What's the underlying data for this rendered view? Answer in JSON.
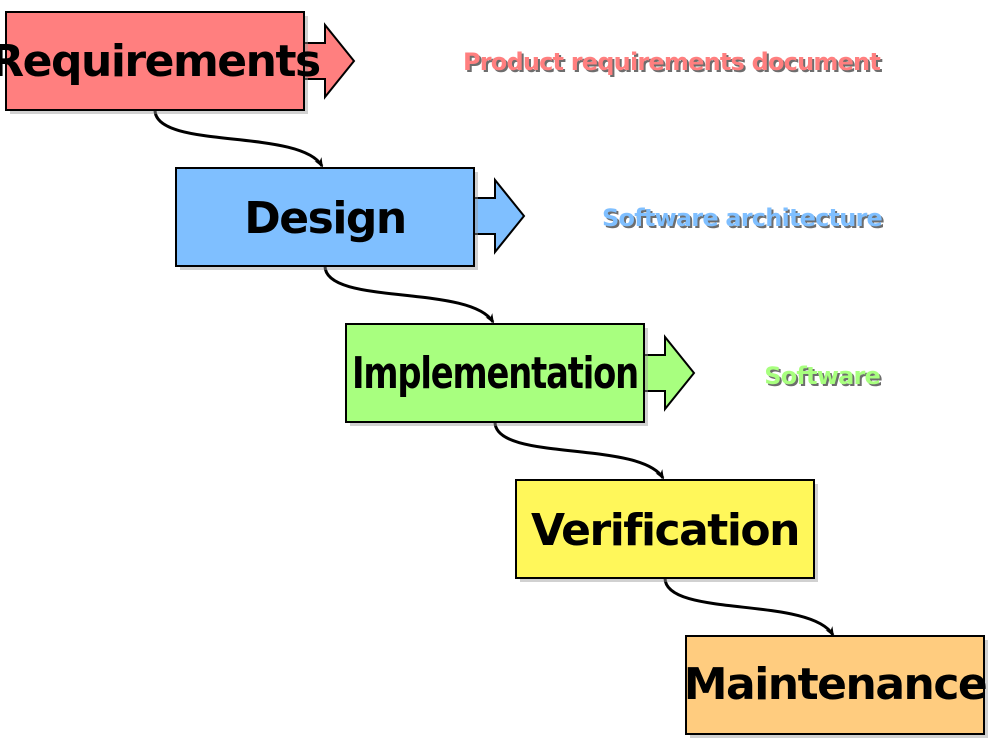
{
  "stages": [
    {
      "label": "Requirements",
      "color": "#ff7f7f",
      "output": "Product requirements document"
    },
    {
      "label": "Design",
      "color": "#7fbfff",
      "output": "Software architecture"
    },
    {
      "label": "Implementation",
      "color": "#a8ff7f",
      "output": "Software"
    },
    {
      "label": "Verification",
      "color": "#fff75a",
      "output": ""
    },
    {
      "label": "Maintenance",
      "color": "#ffcc7f",
      "output": ""
    }
  ],
  "colors": {
    "border": "#000000",
    "connector": "#000000",
    "shadow": "#9a9a9a",
    "output_shadow": "#6d6d6d"
  }
}
